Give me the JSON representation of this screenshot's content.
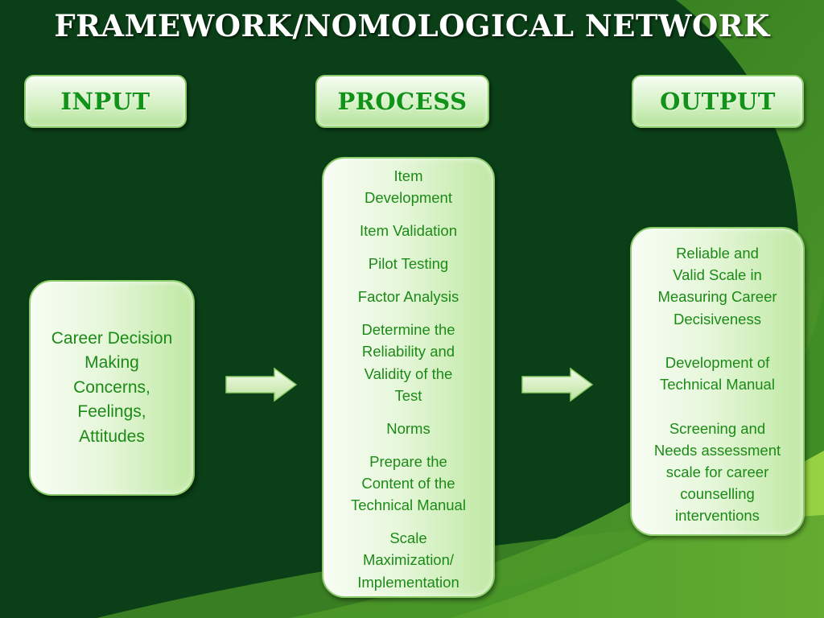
{
  "title": "FRAMEWORK/NOMOLOGICAL NETWORK",
  "colors": {
    "background_dark": "#0a3f17",
    "background_mid": "#4f9c2c",
    "background_light": "#8ccc3c",
    "header_text": "#119218",
    "body_text": "#1c8a17"
  },
  "headers": {
    "input": "INPUT",
    "process": "PROCESS",
    "output": "OUTPUT"
  },
  "input": {
    "lines": [
      "Career Decision",
      "Making",
      "Concerns,",
      "Feelings,",
      "Attitudes"
    ]
  },
  "process": {
    "items": [
      [
        "Item",
        "Development"
      ],
      [
        "Item Validation"
      ],
      [
        "Pilot Testing"
      ],
      [
        "Factor Analysis"
      ],
      [
        "Determine the",
        "Reliability and",
        "Validity of the",
        "Test"
      ],
      [
        "Norms"
      ],
      [
        "Prepare the",
        "Content of the",
        "Technical Manual"
      ],
      [
        "Scale",
        "Maximization/",
        "Implementation"
      ]
    ]
  },
  "output": {
    "items": [
      [
        "Reliable and",
        "Valid Scale in",
        "Measuring Career",
        "Decisiveness"
      ],
      [
        "Development of",
        "Technical Manual"
      ],
      [
        "Screening and",
        "Needs assessment",
        "scale for career",
        "counselling",
        "interventions"
      ]
    ]
  },
  "arrows": {
    "input_to_process": "right-arrow",
    "process_to_output": "right-arrow"
  }
}
